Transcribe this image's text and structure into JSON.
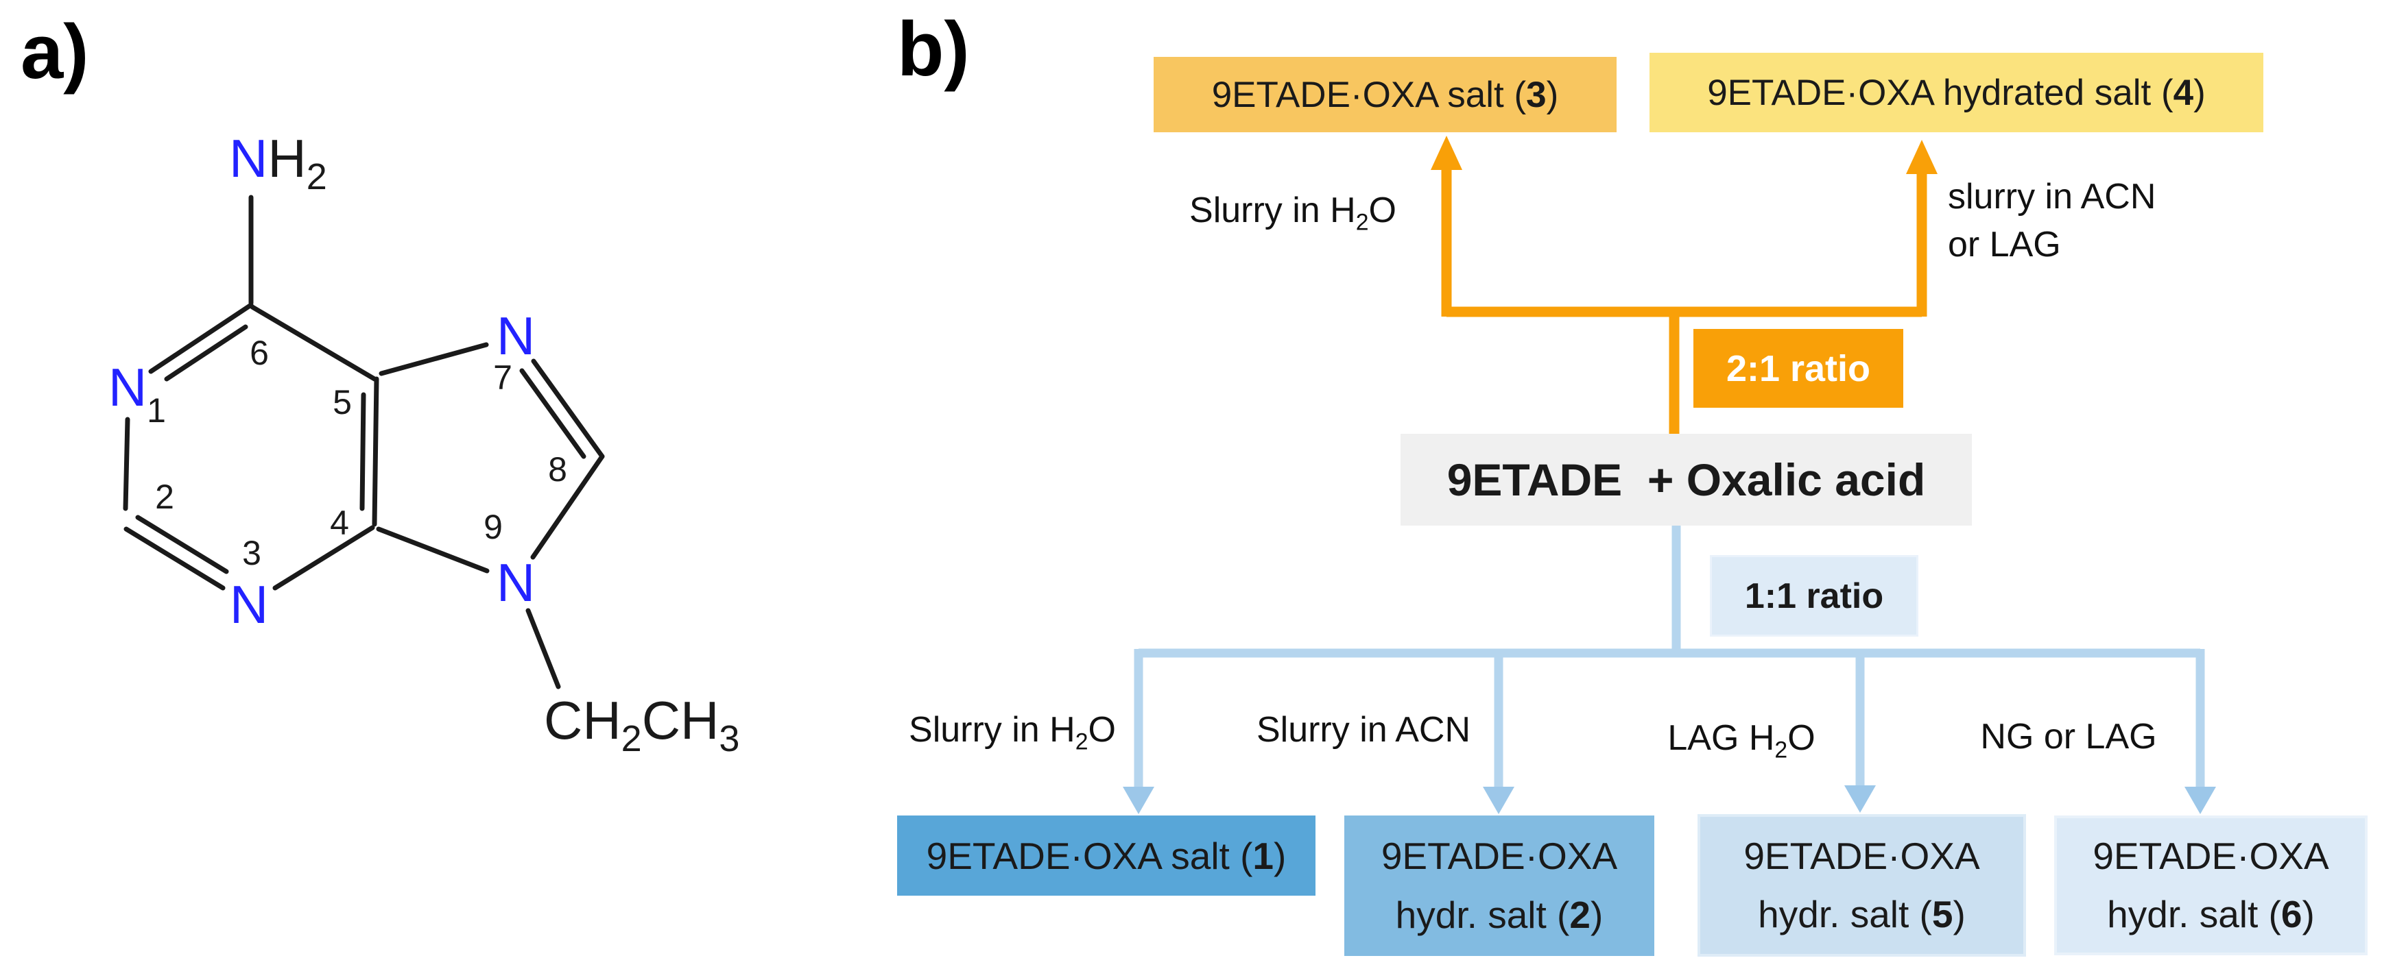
{
  "panel_a": {
    "label": "a)",
    "molecule": {
      "name_note": "9-ethyladenine structure",
      "atoms": {
        "N1": "N",
        "N3": "N",
        "N7": "N",
        "N9": "N"
      },
      "numbers": {
        "n1": "1",
        "n2": "2",
        "n3": "3",
        "n4": "4",
        "n5": "5",
        "n6": "6",
        "n7": "7",
        "n8": "8",
        "n9": "9"
      },
      "nh2": {
        "n": "N",
        "h": "H",
        "sub": "2"
      },
      "ethyl": {
        "c1": "CH",
        "sub1": "2",
        "c2": "CH",
        "sub2": "3"
      }
    }
  },
  "panel_b": {
    "label": "b)",
    "boxes": {
      "salt3": {
        "pre": "9ETADE·OXA salt (",
        "num": "3",
        "post": ")"
      },
      "salt4": {
        "pre": "9ETADE·OXA hydrated salt (",
        "num": "4",
        "post": ")"
      },
      "ratio21": "2:1 ratio",
      "reactants": "9ETADE  + Oxalic acid",
      "ratio11": "1:1 ratio",
      "salt1": {
        "pre": "9ETADE·OXA salt (",
        "num": "1",
        "post": ")"
      },
      "salt2": {
        "line1": "9ETADE·OXA",
        "pre": "hydr. salt (",
        "num": "2",
        "post": ")"
      },
      "salt5": {
        "line1": "9ETADE·OXA",
        "pre": "hydr. salt (",
        "num": "5",
        "post": ")"
      },
      "salt6": {
        "line1": "9ETADE·OXA",
        "pre": "hydr. salt (",
        "num": "6",
        "post": ")"
      }
    },
    "labels": {
      "slurry_h2o_top": {
        "pre": "Slurry in H",
        "sub": "2",
        "post": "O"
      },
      "slurry_acn_top_line1": "slurry in ACN",
      "slurry_acn_top_line2": "or LAG",
      "slurry_h2o_bottom": {
        "pre": "Slurry in H",
        "sub": "2",
        "post": "O"
      },
      "slurry_acn_bottom": "Slurry in ACN",
      "lag_h2o": {
        "pre": "LAG H",
        "sub": "2",
        "post": "O"
      },
      "ng_lag": "NG or LAG"
    },
    "colors": {
      "orange_connector": "#f9a008",
      "amber_box": "#f8c660",
      "yellow_box": "#fbe37e",
      "gray_box": "#f0f0f0",
      "ratio11_box": "#deebf7",
      "blue_connector": "#b5d5ee",
      "salt1_box": "#58a6d8",
      "salt2_box": "#82bbe1",
      "salt5_box": "#cbe0f1",
      "salt6_box": "#dceaf7",
      "nitrogen_blue": "#2222ff"
    }
  }
}
